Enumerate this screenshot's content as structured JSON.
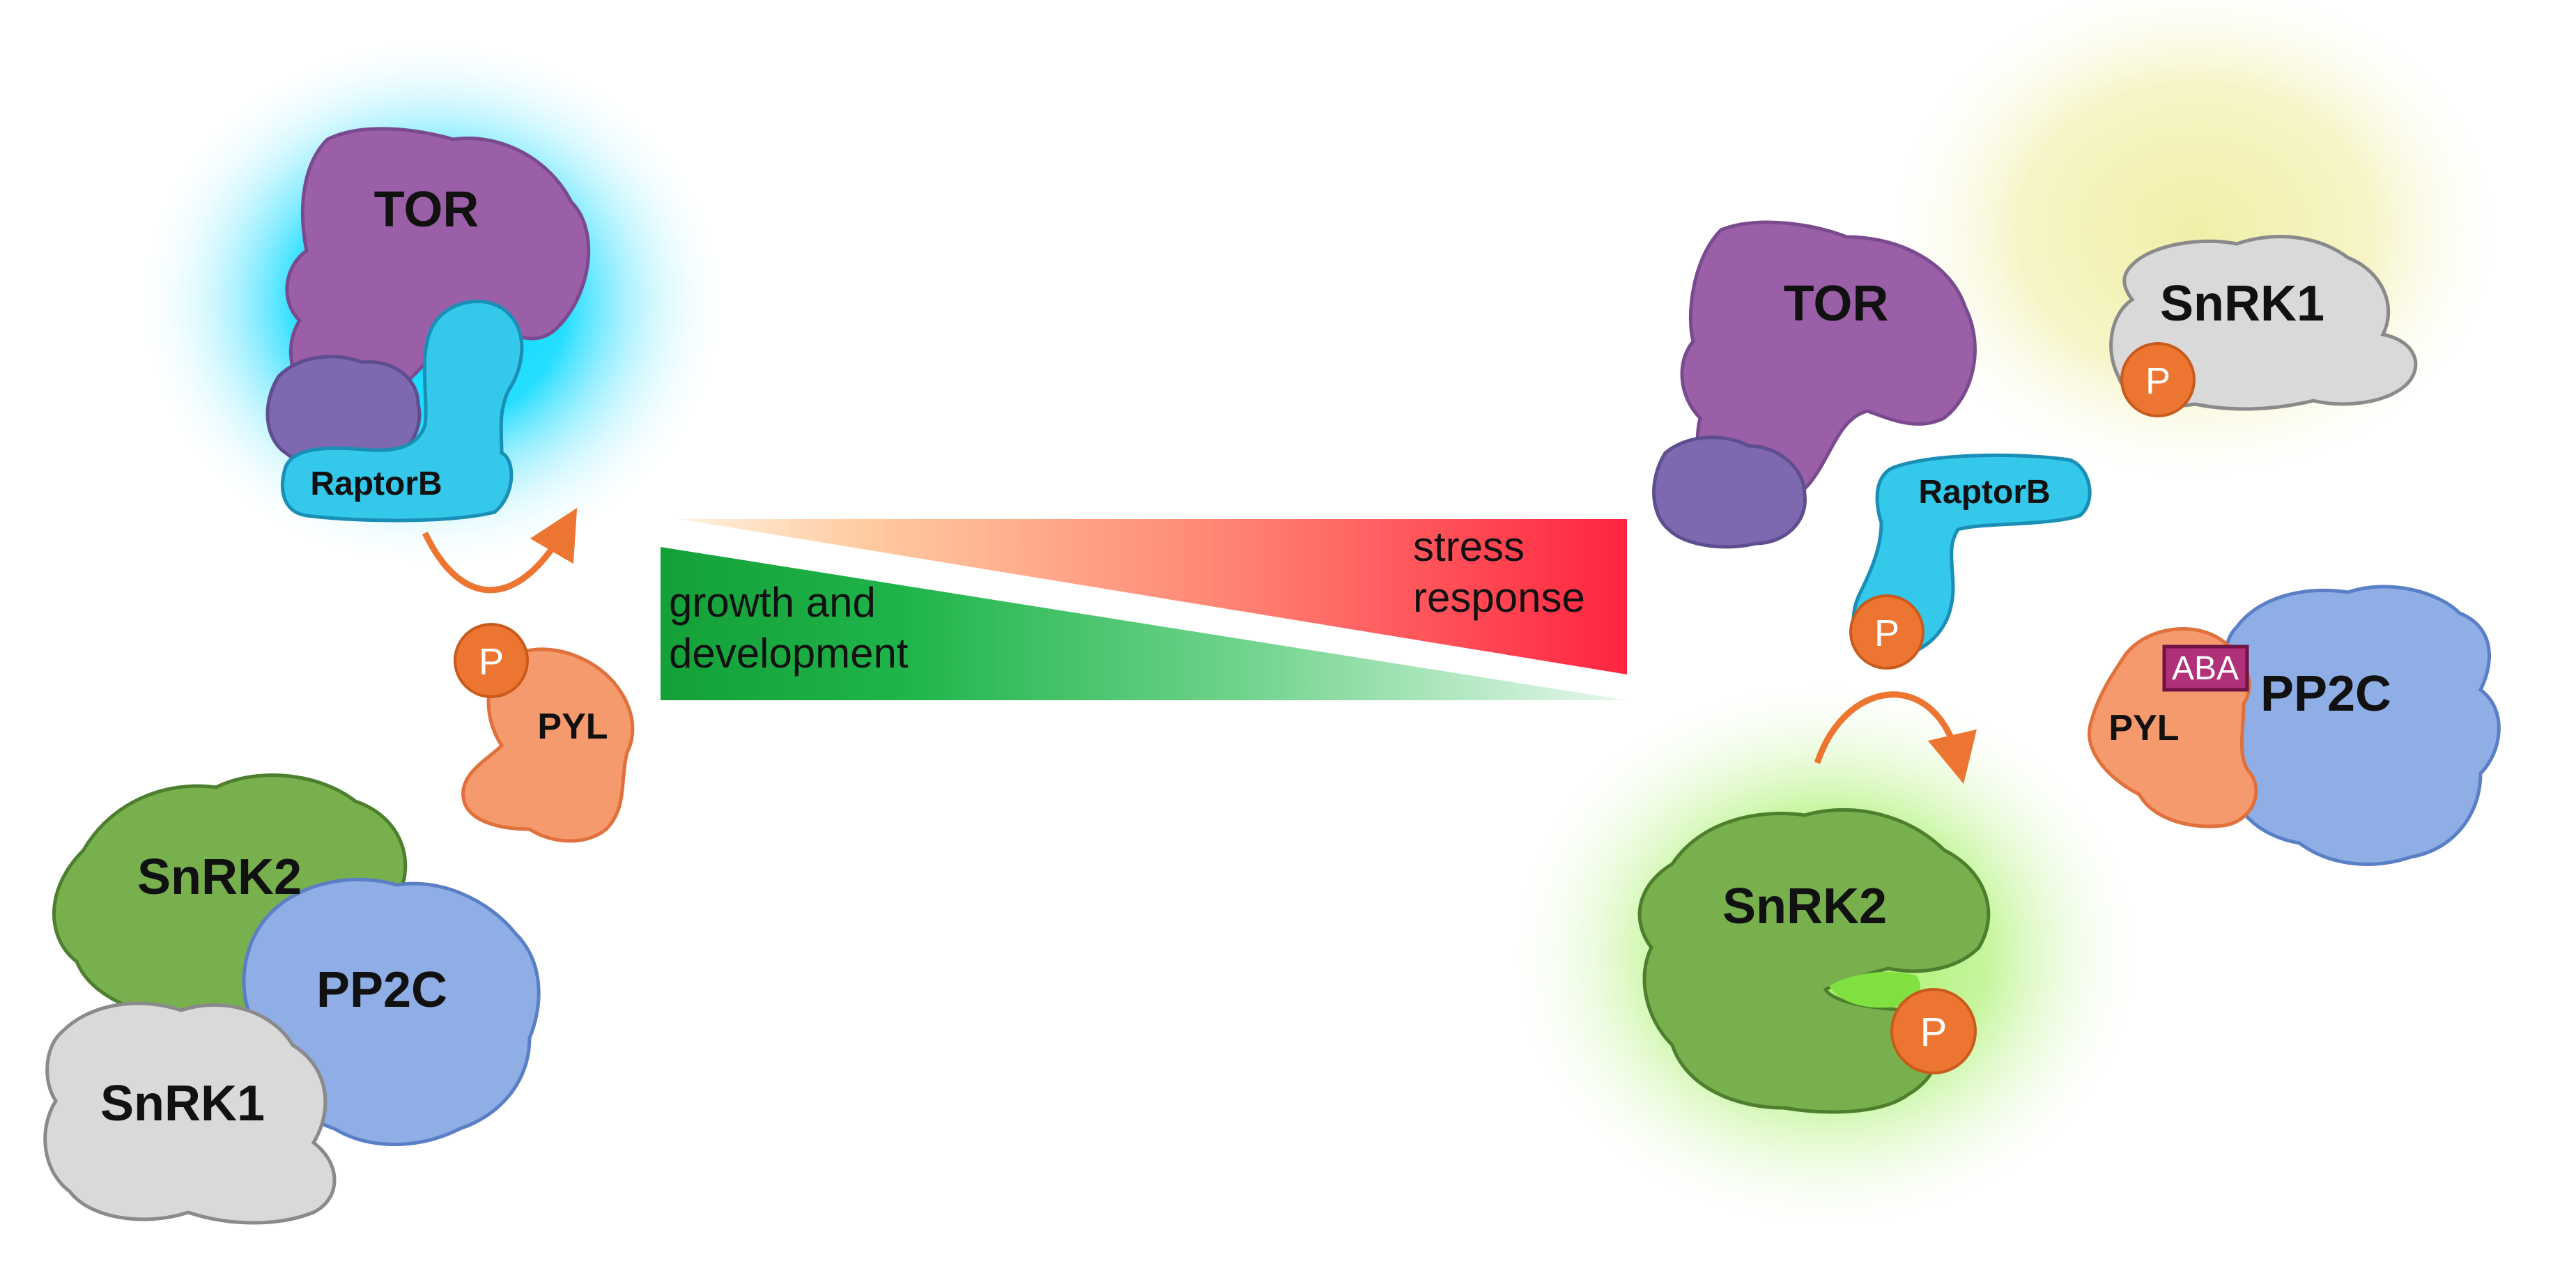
{
  "colors": {
    "tor": "#9b5fa8",
    "tor_dark": "#7a4a8f",
    "tor_base": "#7e69b0",
    "raptor": "#34c8ea",
    "raptor_edge": "#1a8fb5",
    "snrk2": "#78b04e",
    "snrk2_edge": "#4d7f2e",
    "pp2c": "#8faee6",
    "pp2c_edge": "#5a7fc6",
    "snrk1": "#d9d9d9",
    "snrk1_edge": "#8a8a8a",
    "pyl": "#f59a6c",
    "pyl_edge": "#e0703c",
    "phospho": "#ec7631",
    "aba": "#b0307a",
    "arrow": "#ec7631",
    "glow_cyan": "#00d8ff",
    "glow_yellow": "#f4f2b0",
    "glow_green": "#a8f070",
    "gradient_green": "#1aa13a",
    "gradient_red": "#ff2440"
  },
  "left": {
    "tor": "TOR",
    "raptor": "RaptorB",
    "pyl": "PYL",
    "phospho": "P",
    "snrk2": "SnRK2",
    "pp2c": "PP2C",
    "snrk1": "SnRK1"
  },
  "center": {
    "growth_line1": "growth and",
    "growth_line2": "development",
    "stress_line1": "stress",
    "stress_line2": "response"
  },
  "right": {
    "tor": "TOR",
    "raptor": "RaptorB",
    "raptor_phospho": "P",
    "snrk1": "SnRK1",
    "snrk1_phospho": "P",
    "aba": "ABA",
    "pp2c": "PP2C",
    "pyl": "PYL",
    "snrk2": "SnRK2",
    "snrk2_phospho": "P"
  }
}
